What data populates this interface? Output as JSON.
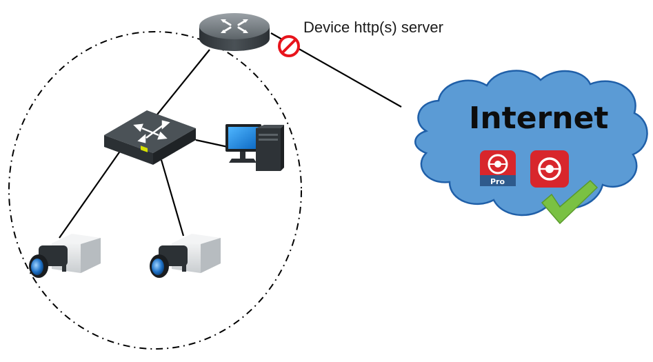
{
  "labels": {
    "server": "Device http(s) server",
    "internet": "Internet",
    "pro_badge": "Pro"
  },
  "colors": {
    "cloud": "#5b9bd5",
    "blocked": "#e8141c",
    "ok": "#7ac143",
    "app_red": "#d8262c",
    "app_blue": "#2e5a8c",
    "device_dark": "#3a4045",
    "link": "#000000"
  },
  "icons": [
    "router-icon",
    "switch-icon",
    "computer-icon",
    "camera-icon",
    "cloud-icon",
    "blocked-icon",
    "checkmark-icon",
    "app-icon"
  ]
}
